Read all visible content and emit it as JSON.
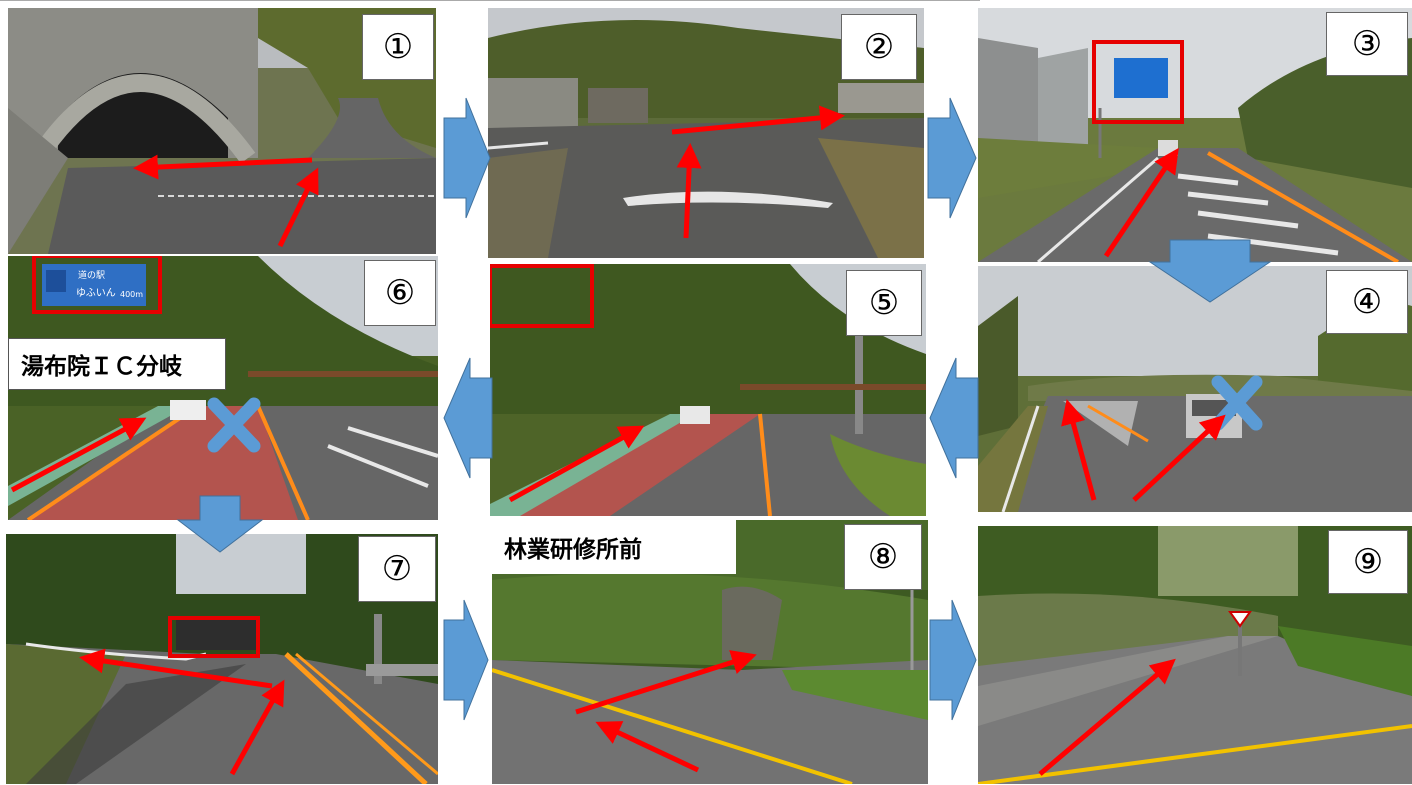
{
  "panels": [
    {
      "id": 1,
      "label": "①"
    },
    {
      "id": 2,
      "label": "②"
    },
    {
      "id": 3,
      "label": "③"
    },
    {
      "id": 4,
      "label": "④"
    },
    {
      "id": 5,
      "label": "⑤"
    },
    {
      "id": 6,
      "label": "⑥"
    },
    {
      "id": 7,
      "label": "⑦"
    },
    {
      "id": 8,
      "label": "⑧"
    },
    {
      "id": 9,
      "label": "⑨"
    }
  ],
  "captions": {
    "yufuin_ic": "湯布院ＩＣ分岐",
    "forestry_center": "林業研修所前"
  },
  "signs": {
    "yufuin_station_name": "道の駅",
    "yufuin_station_kana": "ゆふいん",
    "yufuin_station_dist": "400m"
  },
  "colors": {
    "route_arrow": "#ff0000",
    "highlight_box": "#e60000",
    "flow_arrow": "#5b9bd5",
    "no_entry_cross": "#5b9bd5"
  }
}
